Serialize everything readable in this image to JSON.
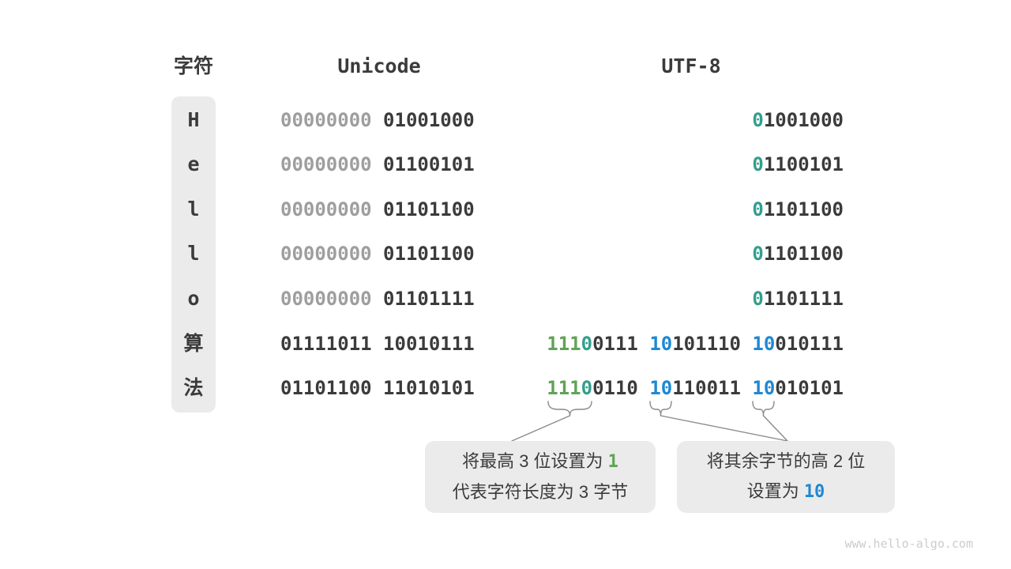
{
  "header": {
    "char_label": "字符",
    "unicode_label": "Unicode",
    "utf8_label": "UTF-8"
  },
  "table": {
    "rows": [
      {
        "char": "H",
        "unicode": [
          {
            "t": "00000000",
            "c": "gray"
          },
          {
            "t": " 01001000",
            "c": "dark"
          }
        ],
        "utf8": [
          {
            "t": "0",
            "c": "teal"
          },
          {
            "t": "1001000",
            "c": "dark"
          }
        ]
      },
      {
        "char": "e",
        "unicode": [
          {
            "t": "00000000",
            "c": "gray"
          },
          {
            "t": " 01100101",
            "c": "dark"
          }
        ],
        "utf8": [
          {
            "t": "0",
            "c": "teal"
          },
          {
            "t": "1100101",
            "c": "dark"
          }
        ]
      },
      {
        "char": "l",
        "unicode": [
          {
            "t": "00000000",
            "c": "gray"
          },
          {
            "t": " 01101100",
            "c": "dark"
          }
        ],
        "utf8": [
          {
            "t": "0",
            "c": "teal"
          },
          {
            "t": "1101100",
            "c": "dark"
          }
        ]
      },
      {
        "char": "l",
        "unicode": [
          {
            "t": "00000000",
            "c": "gray"
          },
          {
            "t": " 01101100",
            "c": "dark"
          }
        ],
        "utf8": [
          {
            "t": "0",
            "c": "teal"
          },
          {
            "t": "1101100",
            "c": "dark"
          }
        ]
      },
      {
        "char": "o",
        "unicode": [
          {
            "t": "00000000",
            "c": "gray"
          },
          {
            "t": " 01101111",
            "c": "dark"
          }
        ],
        "utf8": [
          {
            "t": "0",
            "c": "teal"
          },
          {
            "t": "1101111",
            "c": "dark"
          }
        ]
      },
      {
        "char": "算",
        "unicode": [
          {
            "t": "01111011 10010111",
            "c": "dark"
          }
        ],
        "utf8": [
          {
            "t": "111",
            "c": "green"
          },
          {
            "t": "0",
            "c": "teal"
          },
          {
            "t": "0111 ",
            "c": "dark"
          },
          {
            "t": "10",
            "c": "blue"
          },
          {
            "t": "101110 ",
            "c": "dark"
          },
          {
            "t": "10",
            "c": "blue"
          },
          {
            "t": "010111",
            "c": "dark"
          }
        ]
      },
      {
        "char": "法",
        "unicode": [
          {
            "t": "01101100 11010101",
            "c": "dark"
          }
        ],
        "utf8": [
          {
            "t": "111",
            "c": "green"
          },
          {
            "t": "0",
            "c": "teal"
          },
          {
            "t": "0110 ",
            "c": "dark"
          },
          {
            "t": "10",
            "c": "blue"
          },
          {
            "t": "110011 ",
            "c": "dark"
          },
          {
            "t": "10",
            "c": "blue"
          },
          {
            "t": "010101",
            "c": "dark"
          }
        ]
      }
    ]
  },
  "callouts": {
    "left": {
      "line1_pre": "将最高 3 位设置为 ",
      "line1_num": "1",
      "line2": "代表字符长度为 3 字节"
    },
    "right": {
      "line1": "将其余字节的高 2 位",
      "line2_pre": "设置为 ",
      "line2_num": "10"
    }
  },
  "watermark": "www.hello-algo.com",
  "colors": {
    "dark": "#3b3b3b",
    "gray": "#9e9e9e",
    "teal": "#339e8d",
    "green": "#61a356",
    "blue": "#1f88d2",
    "panel": "#ebebeb",
    "line": "#8a8a8a",
    "watermark": "#cccccc"
  }
}
